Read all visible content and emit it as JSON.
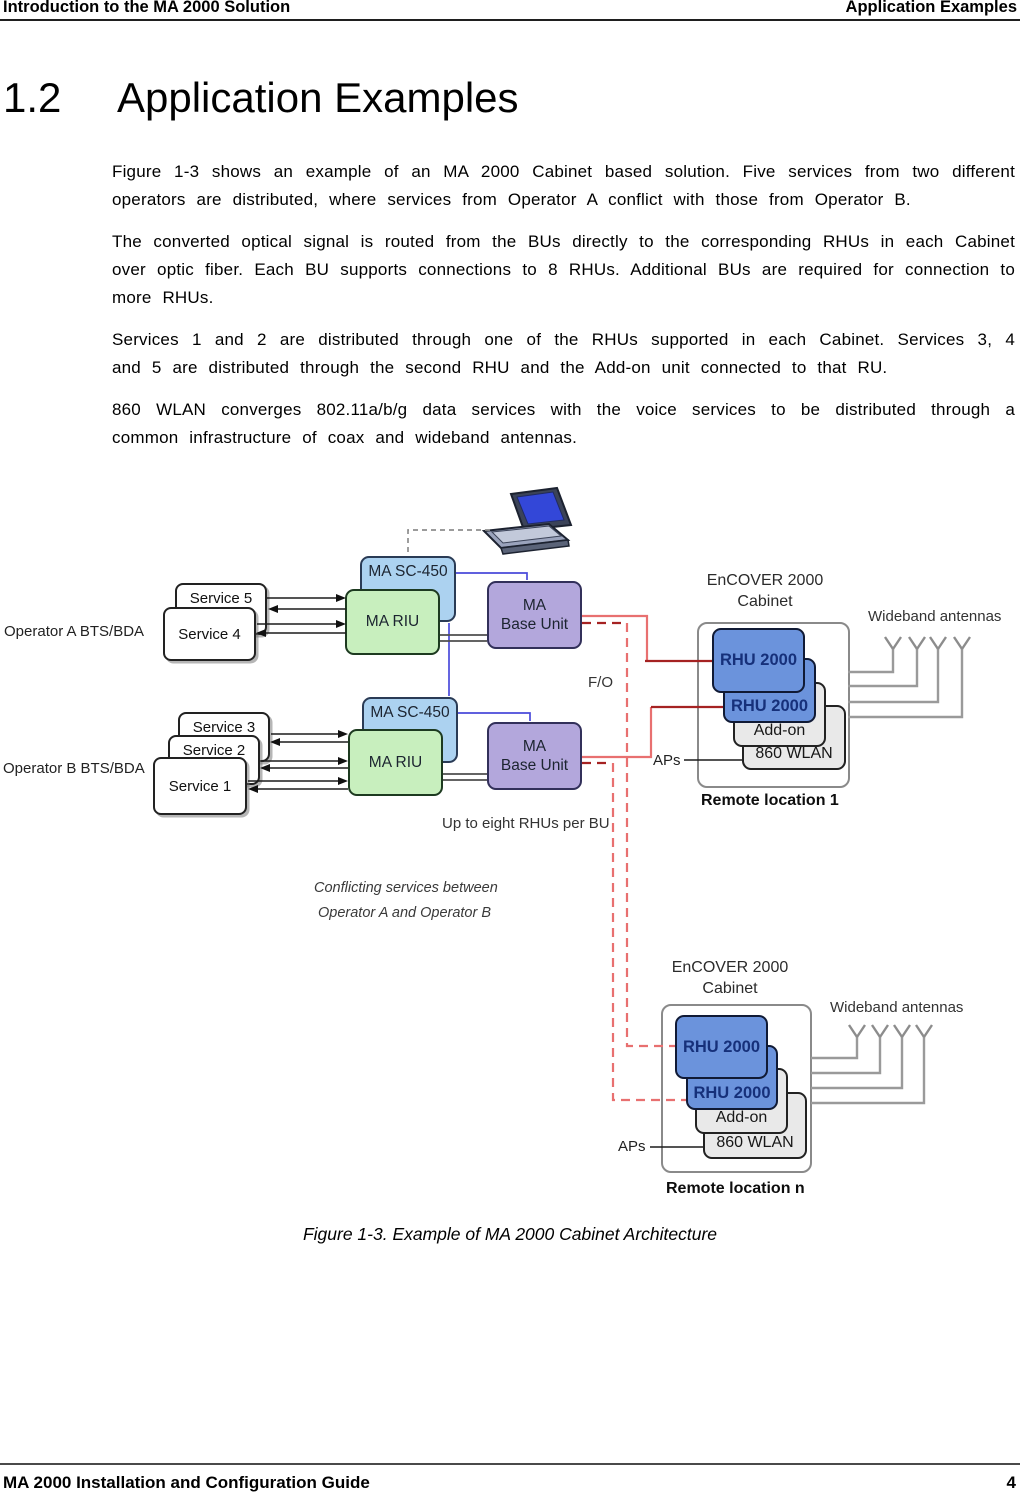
{
  "header": {
    "left_title": "Introduction to the MA 2000 Solution",
    "right_title": "Application Examples"
  },
  "section": {
    "number": "1.2",
    "title": "Application Examples"
  },
  "paragraphs": [
    "Figure 1-3 shows an example of an MA 2000 Cabinet based solution. Five services from two different operators are distributed, where services from Operator A conflict with those from Operator B.",
    "The converted optical signal is routed from the BUs directly to the corresponding RHUs in each Cabinet over optic fiber. Each BU supports connections to 8 RHUs. Additional BUs are required for connection to more RHUs.",
    "Services 1 and 2 are distributed through one of the RHUs supported in each Cabinet. Services 3, 4 and 5 are distributed through the second RHU and the Add-on unit connected to that RU.",
    "860 WLAN converges 802.11a/b/g data services with the voice services to be distributed through a common infrastructure of coax and wideband antennas."
  ],
  "diagram": {
    "operator_a_label": "Operator A BTS/BDA",
    "operator_b_label": "Operator B BTS/BDA",
    "services": {
      "s1": "Service 1",
      "s2": "Service 2",
      "s3": "Service 3",
      "s4": "Service 4",
      "s5": "Service 5"
    },
    "boxes": {
      "sc450": "MA SC-450",
      "riu": "MA RIU",
      "bu_line1": "MA",
      "bu_line2": "Base Unit",
      "rhu": "RHU 2000",
      "addon": "Add-on",
      "wlan": "860 WLAN"
    },
    "cabinet_title_line1": "EnCOVER 2000",
    "cabinet_title_line2": "Cabinet",
    "wideband_antennas_label": "Wideband antennas",
    "aps_label": "APs",
    "fo_label": "F/O",
    "remote_location_1": "Remote location 1",
    "remote_location_n": "Remote location n",
    "up_to_eight_label": "Up to eight RHUs per BU",
    "conflicting_line1": "Conflicting services between",
    "conflicting_line2": "Operator A  and Operator B",
    "icons": {
      "laptop": "laptop-icon",
      "antenna": "antenna-icon"
    },
    "colors": {
      "sc450_fill": "#ACD2F0",
      "riu_fill": "#C8EFBE",
      "bu_fill": "#B3A7DC",
      "rhu_fill": "#6B93DC",
      "gray_unit_fill": "#E9E9E9",
      "fiber_red": "#E87070",
      "fiber_dark_red": "#A52222",
      "control_blue": "#4A4ADA"
    }
  },
  "figure_caption": "Figure 1-3. Example of MA 2000 Cabinet Architecture",
  "footer": {
    "left_title": "MA 2000 Installation and Configuration Guide",
    "page_number": "4"
  }
}
